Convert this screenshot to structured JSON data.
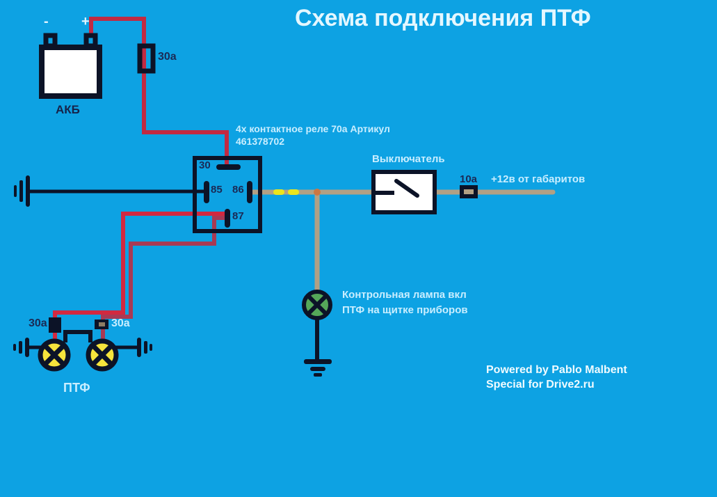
{
  "title": "Схема подключения ПТФ",
  "battery": {
    "label": "АКБ",
    "minus": "-",
    "plus": "+",
    "fuse_label": "30а"
  },
  "relay": {
    "label_line1": "4х контактное реле 70а Артикул",
    "label_line2": "461378702",
    "pin_30": "30",
    "pin_85": "85",
    "pin_86": "86",
    "pin_87": "87"
  },
  "switch": {
    "label": "Выключатель"
  },
  "feed": {
    "fuse_label": "10а",
    "label": "+12в от габаритов"
  },
  "indicator_lamp": {
    "label_line1": "Контрольная лампа вкл",
    "label_line2": "ПТФ на щитке приборов"
  },
  "fog_lamps": {
    "label": "ПТФ",
    "left_fuse_label": "30а",
    "right_fuse_label": "30а"
  },
  "footer": {
    "line1": "Powered by Pablo Malbent",
    "line2": "Special for Drive2.ru"
  },
  "colors": {
    "background": "#0da2e3",
    "ink": "#0c1327",
    "wire_red_bright": "#d22940",
    "wire_red_dark": "#a83a54",
    "wire_red_battery": "#c12a42",
    "wire_tan": "#b2a084",
    "dash_yellow": "#ece51c",
    "lamp_yellow": "#f6e43c",
    "lamp_green": "#55a859",
    "text_light_cyan": "#c9eeff",
    "text_navy": "#1b2a55",
    "text_white": "#f0fbff"
  }
}
